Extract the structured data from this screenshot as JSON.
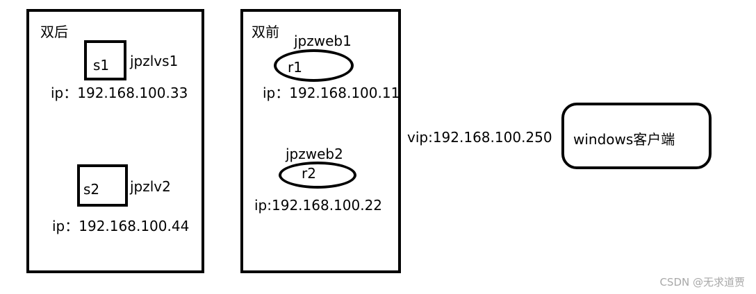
{
  "left_panel": {
    "title": "双后",
    "s1": {
      "label": "s1",
      "name": "jpzlvs1",
      "ip": "ip：192.168.100.33"
    },
    "s2": {
      "label": "s2",
      "name": "jpzlv2",
      "ip": "ip：192.168.100.44"
    }
  },
  "middle_panel": {
    "title": "双前",
    "r1": {
      "label": "r1",
      "name": "jpzweb1",
      "ip": "ip：192.168.100.11"
    },
    "r2": {
      "label": "r2",
      "name": "jpzweb2",
      "ip": "ip:192.168.100.22"
    }
  },
  "vip": "vip:192.168.100.250",
  "client": {
    "label": "windows客户端"
  },
  "watermark": "CSDN @无求道贾"
}
